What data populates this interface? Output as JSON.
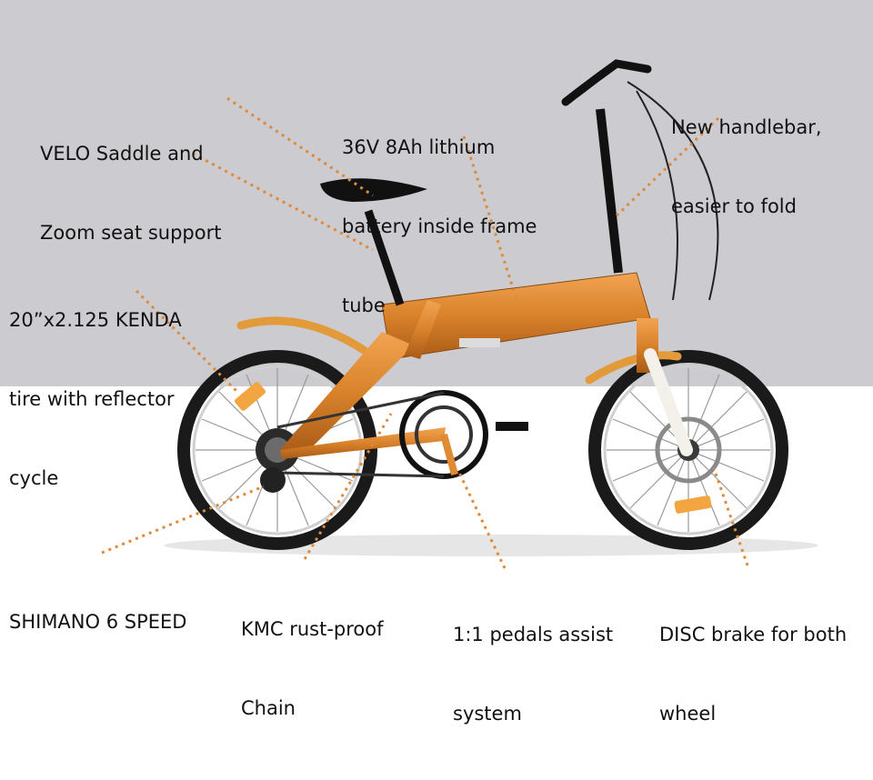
{
  "annotations": {
    "saddle": {
      "lines": [
        "VELO Saddle and",
        "Zoom seat support"
      ]
    },
    "battery": {
      "lines": [
        "36V 8Ah lithium",
        "battery inside frame",
        "tube"
      ]
    },
    "handlebar": {
      "lines": [
        "New handlebar,",
        "easier to fold"
      ]
    },
    "tire": {
      "lines": [
        "20”x2.125 KENDA",
        "tire with reflector",
        "cycle"
      ]
    },
    "shimano": {
      "lines": [
        "SHIMANO 6 SPEED"
      ]
    },
    "chain": {
      "lines": [
        "KMC rust-proof",
        "Chain"
      ]
    },
    "pedals": {
      "lines": [
        "1:1 pedals assist",
        "system"
      ]
    },
    "disc": {
      "lines": [
        "DISC brake for both",
        "wheel"
      ]
    }
  },
  "colors": {
    "background_top": "#cbcbd0",
    "background_bottom": "#ffffff",
    "frame": "#d9822b",
    "leader_line": "#e0893a",
    "text": "#111111"
  },
  "icons": [
    "bicycle-illustration"
  ]
}
